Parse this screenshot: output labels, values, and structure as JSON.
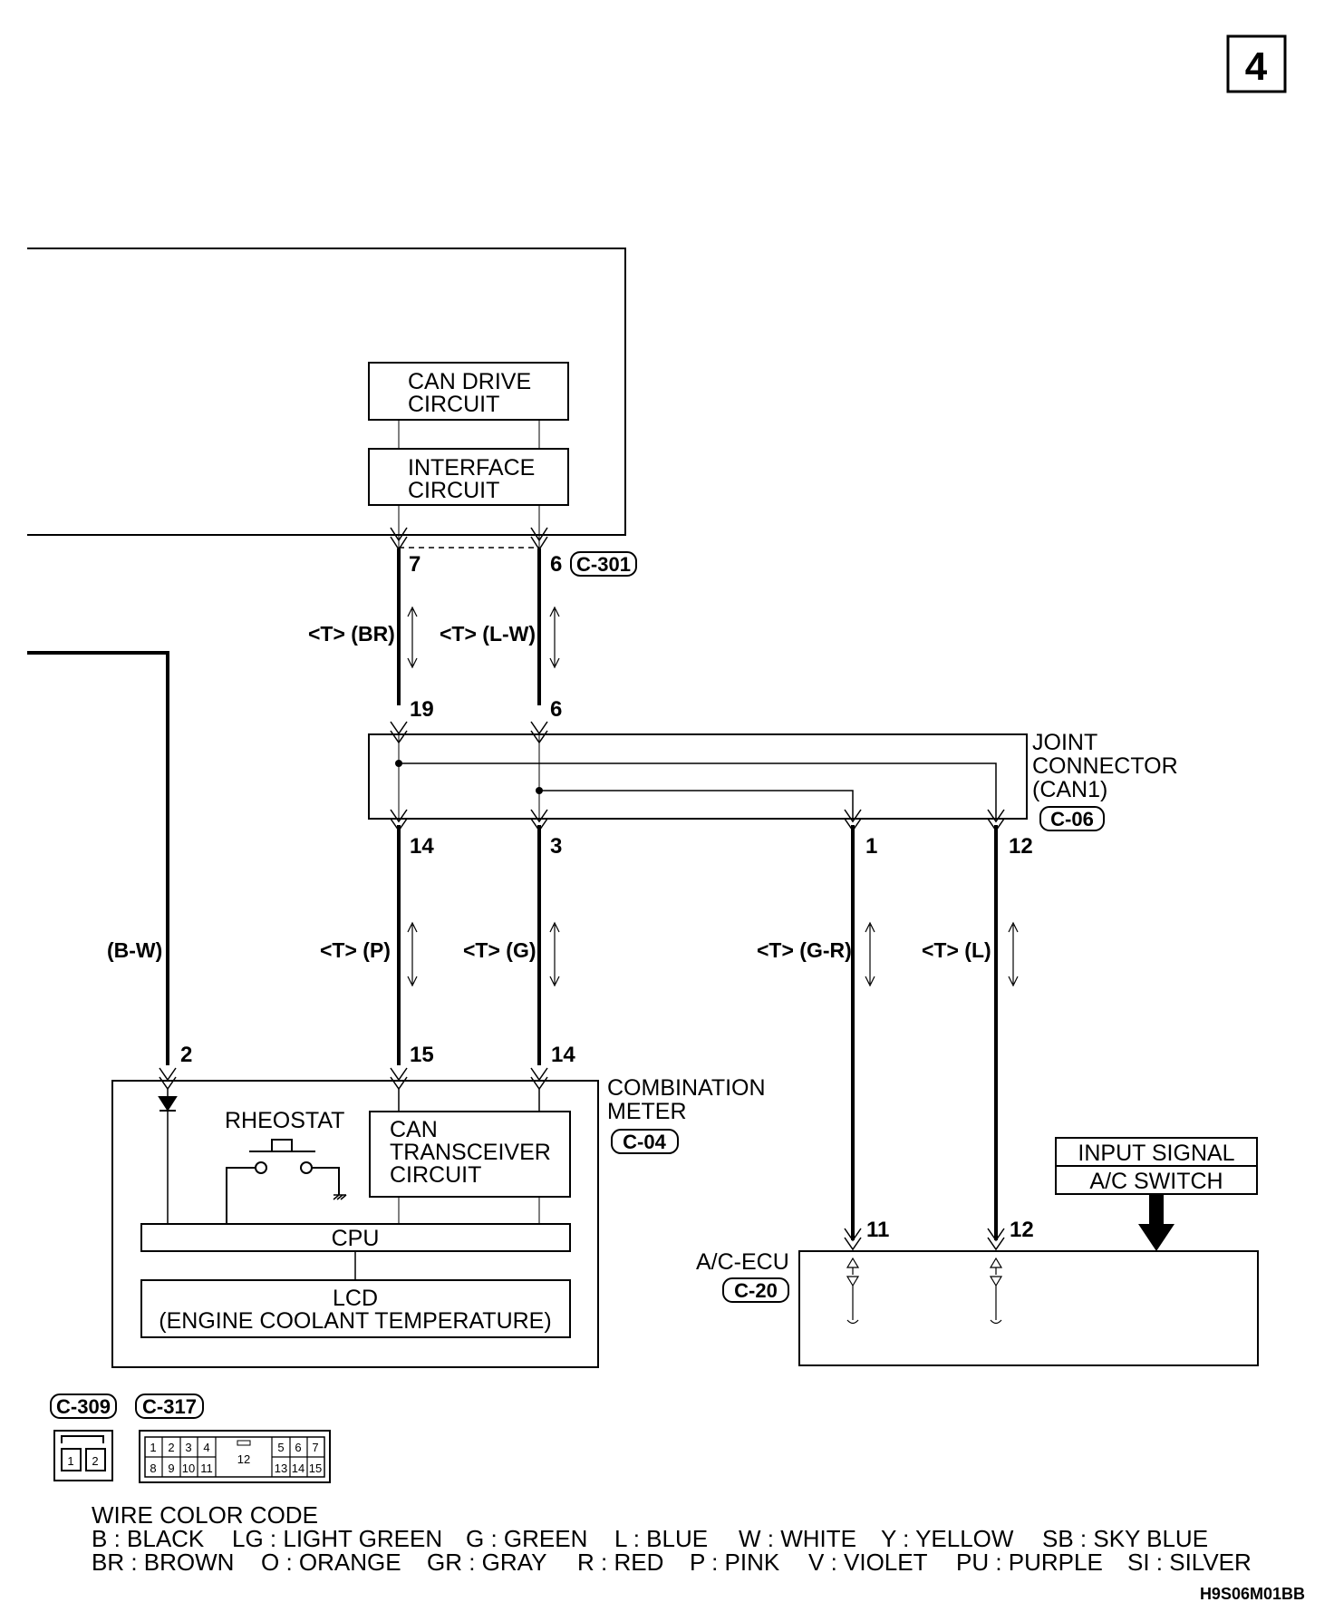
{
  "page_number": "4",
  "blocks": {
    "can_drive": [
      "CAN DRIVE",
      "CIRCUIT"
    ],
    "interface": [
      "INTERFACE",
      "CIRCUIT"
    ],
    "joint_connector": [
      "JOINT",
      "CONNECTOR",
      "(CAN1)"
    ],
    "combination_meter": [
      "COMBINATION",
      "METER"
    ],
    "rheostat": "RHEOSTAT",
    "can_transceiver": [
      "CAN",
      "TRANSCEIVER",
      "CIRCUIT"
    ],
    "cpu": "CPU",
    "lcd": [
      "LCD",
      "(ENGINE COOLANT TEMPERATURE)"
    ],
    "input_signal": "INPUT SIGNAL",
    "ac_switch": "A/C SWITCH",
    "ac_ecu": "A/C-ECU"
  },
  "connectors": {
    "c301": "C-301",
    "c06": "C-06",
    "c04": "C-04",
    "c20": "C-20",
    "c309": "C-309",
    "c317": "C-317"
  },
  "pins": {
    "p7": "7",
    "p6_top": "6",
    "p19": "19",
    "p6_mid": "6",
    "p14_jc": "14",
    "p3": "3",
    "p1": "1",
    "p12_jc": "12",
    "p2": "2",
    "p15": "15",
    "p14_meter": "14",
    "p11": "11",
    "p12_ecu": "12"
  },
  "wires": {
    "br": "<T> (BR)",
    "lw": "<T> (L-W)",
    "bw": "(B-W)",
    "p": "<T> (P)",
    "g": "<T> (G)",
    "gr": "<T> (G-R)",
    "l": "<T> (L)"
  },
  "c309_pins": [
    "1",
    "2"
  ],
  "c317_pins": {
    "top": [
      "1",
      "2",
      "3",
      "4",
      "5",
      "6",
      "7"
    ],
    "bottom": [
      "8",
      "9",
      "10",
      "11",
      "13",
      "14",
      "15"
    ],
    "center": "12"
  },
  "legend": {
    "title": "WIRE COLOR CODE",
    "row1": [
      "B : BLACK",
      "LG : LIGHT GREEN",
      "G : GREEN",
      "L : BLUE",
      "W : WHITE",
      "Y : YELLOW",
      "SB : SKY BLUE"
    ],
    "row2": [
      "BR : BROWN",
      "O : ORANGE",
      "GR : GRAY",
      "R : RED",
      "P : PINK",
      "V : VIOLET",
      "PU : PURPLE",
      "SI : SILVER"
    ]
  },
  "figure_code": "H9S06M01BB"
}
